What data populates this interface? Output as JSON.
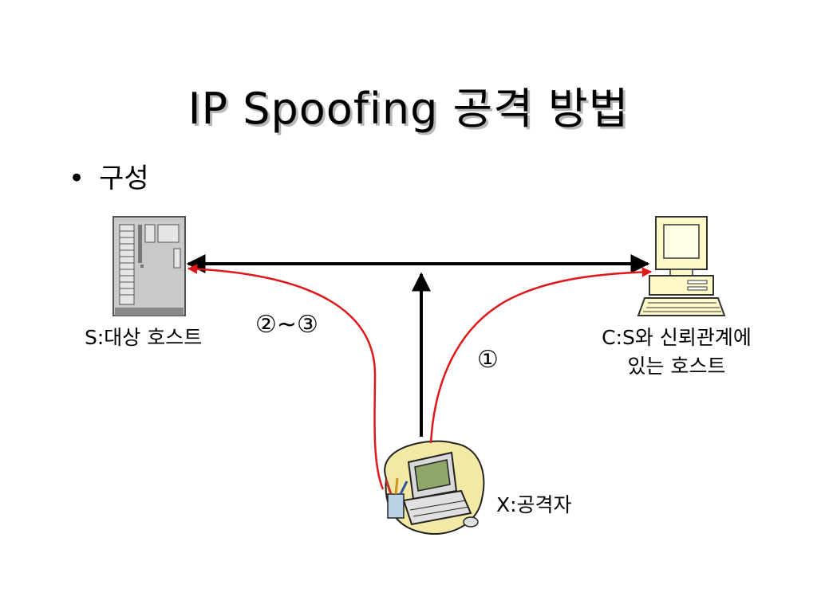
{
  "title": "IP Spoofing 공격 방법",
  "bullet": {
    "symbol": "•",
    "text": "구성"
  },
  "labels": {
    "server": "S:대상 호스트",
    "client_line1": "C:S와 신뢰관계에",
    "client_line2": "있는 호스트",
    "attacker": "X:공격자"
  },
  "markers": {
    "step1": "①",
    "steps23": "②~③"
  },
  "icons": {
    "server": "server-tower-icon",
    "client": "desktop-computer-icon",
    "attacker": "attacker-workstation-icon"
  },
  "colors": {
    "connection_line": "#000000",
    "attack_path": "#e0161a",
    "attacker_blob": "#f2e9a6",
    "client_screen": "#fdf9c8"
  }
}
